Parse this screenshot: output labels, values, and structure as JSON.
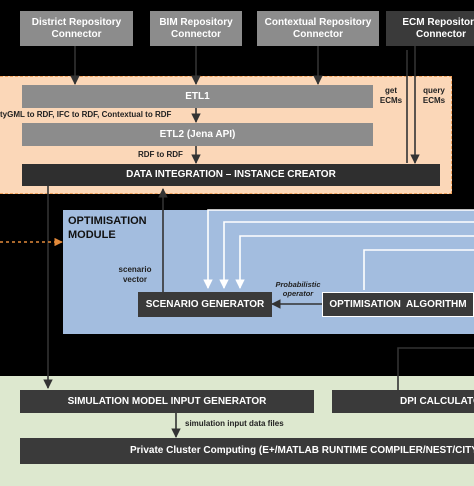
{
  "colors": {
    "background": "#000000",
    "data_region": "#fbd7b8",
    "data_region_border": "#f2a25c",
    "optimisation_region": "#a3bddf",
    "simulation_region": "#dde8cf",
    "box_grey": "#8c8c8c",
    "box_dark": "#3a3a3a",
    "arrow": "#333333",
    "dashed_arrow": "#e38a3a"
  },
  "connectors": {
    "district": "District Repository Connector",
    "bim": "BIM Repository Connector",
    "contextual": "Contextual Repository Connector",
    "ecm": "ECM Repository Connector"
  },
  "etl": {
    "etl1": "ETL1",
    "conversions": "CityGML to RDF, IFC to RDF, Contextual to RDF",
    "etl2": "ETL2 (Jena API)",
    "rdf_to_rdf": "RDF to RDF",
    "get_ecms": "get ECMs",
    "query_ecms": "query ECMs"
  },
  "data_integration": "DATA INTEGRATION – INSTANCE CREATOR",
  "optimisation": {
    "title": "OPTIMISATION MODULE",
    "scenario_vector": "scenario vector",
    "probabilistic_operator": "Probabilistic operator",
    "scenario_generator": "SCENARIO GENERATOR",
    "optimisation_algorithm": "OPTIMISATION  ALGORITHM"
  },
  "simulation": {
    "input_generator": "SIMULATION MODEL INPUT GENERATOR",
    "input_files": "simulation input data files",
    "dpi": "DPI CALCULATOR",
    "cluster": "Private Cluster Computing (E+/MATLAB RUNTIME COMPILER/NEST/CITYSIM)"
  }
}
